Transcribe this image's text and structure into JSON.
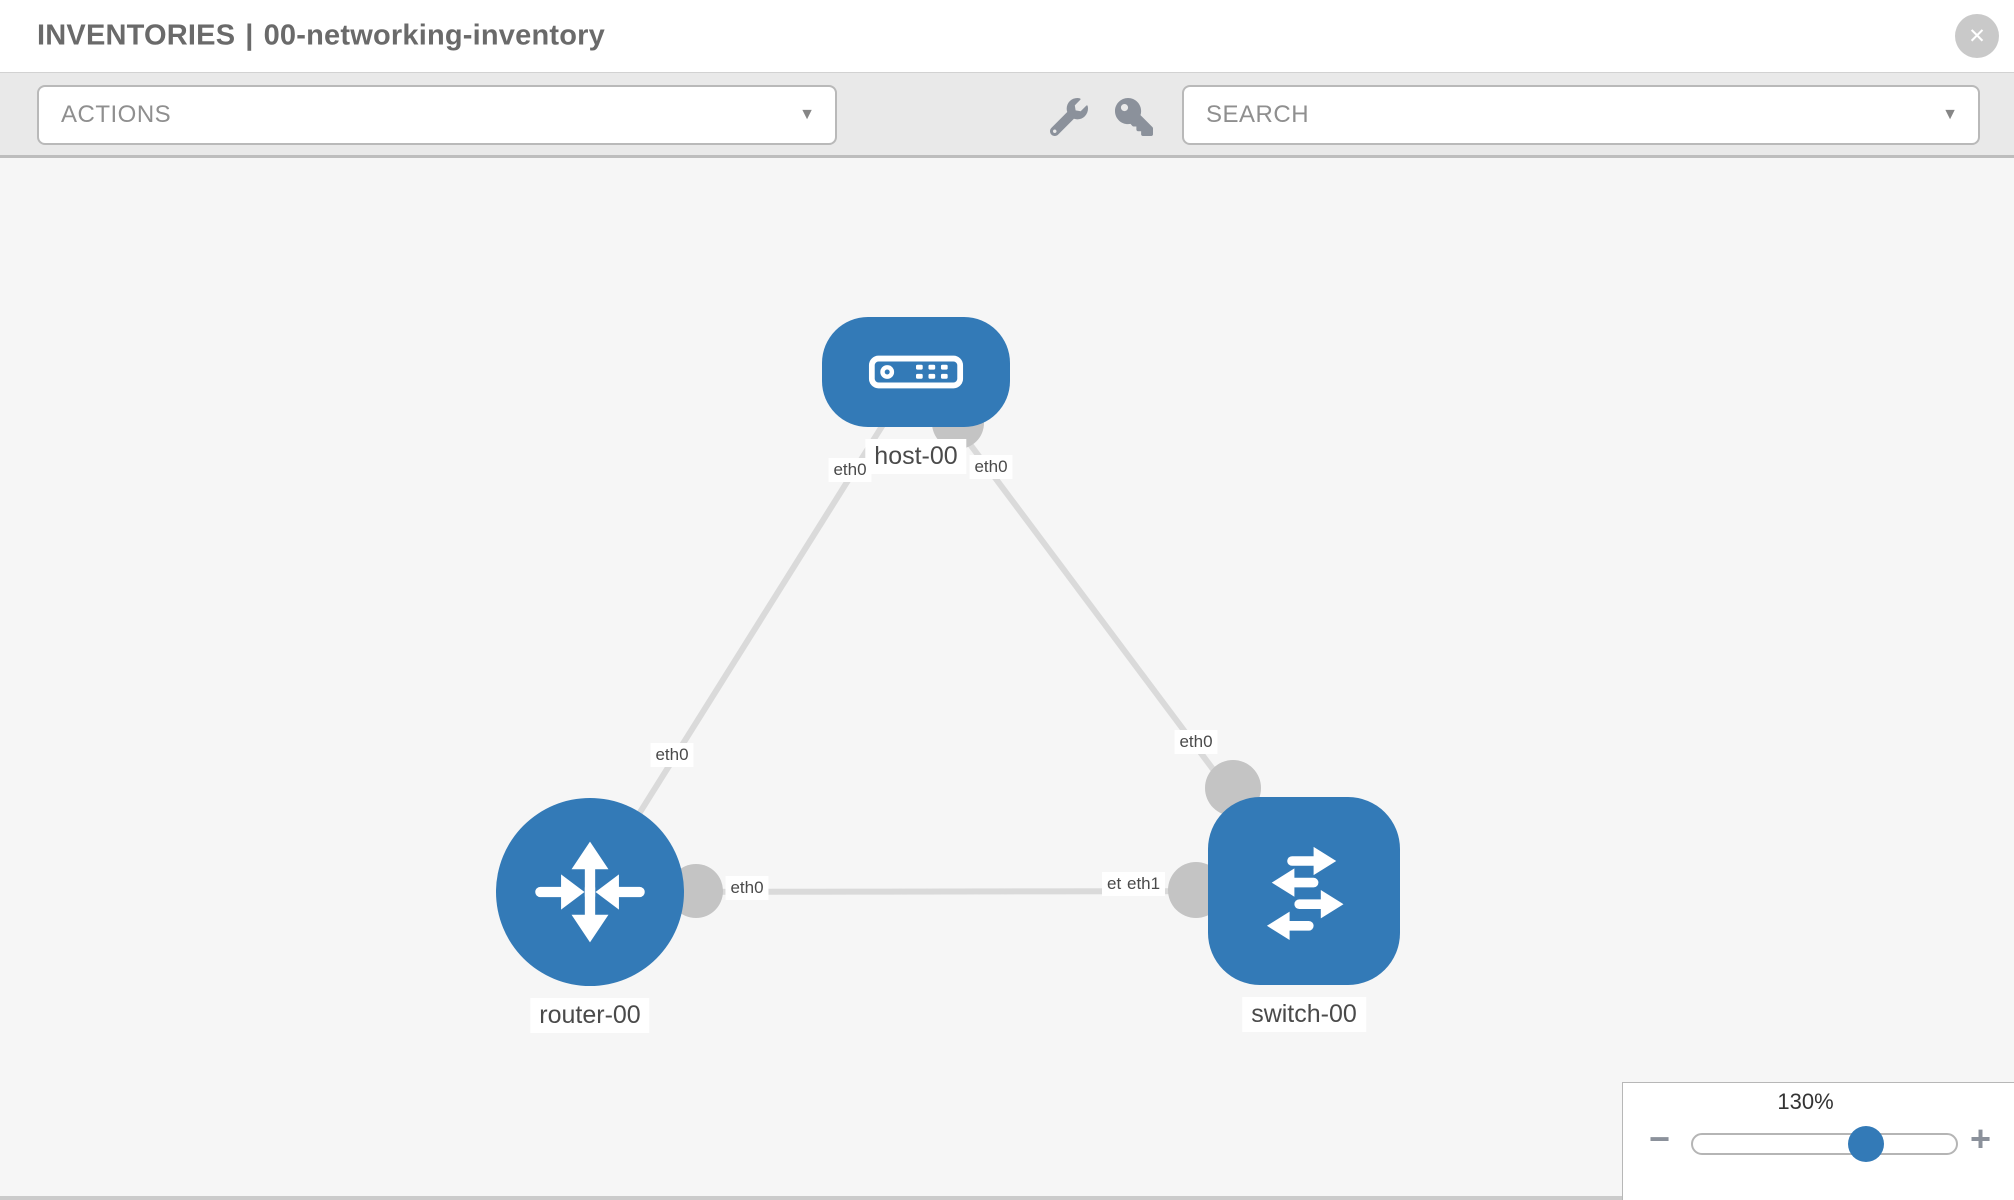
{
  "header": {
    "section": "INVENTORIES",
    "separator": "|",
    "inventory_name": "00-networking-inventory",
    "title": "INVENTORIES | 00-networking-inventory"
  },
  "toolbar": {
    "actions_label": "ACTIONS",
    "search_placeholder": "SEARCH"
  },
  "icons": {
    "close_glyph": "✕",
    "caret_glyph": "▼"
  },
  "diagram": {
    "nodes": [
      {
        "id": "host-00",
        "label": "host-00",
        "type": "host"
      },
      {
        "id": "router-00",
        "label": "router-00",
        "type": "router"
      },
      {
        "id": "switch-00",
        "label": "switch-00",
        "type": "switch"
      }
    ],
    "links": [
      {
        "source": "host-00",
        "target": "router-00",
        "source_interface": "eth0",
        "target_interface": "eth0"
      },
      {
        "source": "host-00",
        "target": "switch-00",
        "source_interface": "eth0",
        "target_interface": "eth0"
      },
      {
        "source": "router-00",
        "target": "switch-00",
        "source_interface": "eth0",
        "target_interface": "eth1"
      }
    ],
    "iface_chips": [
      {
        "text": "eth0"
      },
      {
        "text": "eth0"
      },
      {
        "text": "eth0"
      },
      {
        "text": "eth0"
      },
      {
        "text": "eth0"
      },
      {
        "text": "eth0"
      },
      {
        "text": "eth1"
      }
    ]
  },
  "zoom_control": {
    "level": "130%",
    "minus_glyph": "−",
    "plus_glyph": "+",
    "slider_percent": 65
  },
  "colors": {
    "node_fill": "#337ab7",
    "link": "#dadada",
    "endpoint": "#c4c4c4",
    "background": "#f6f6f6"
  }
}
